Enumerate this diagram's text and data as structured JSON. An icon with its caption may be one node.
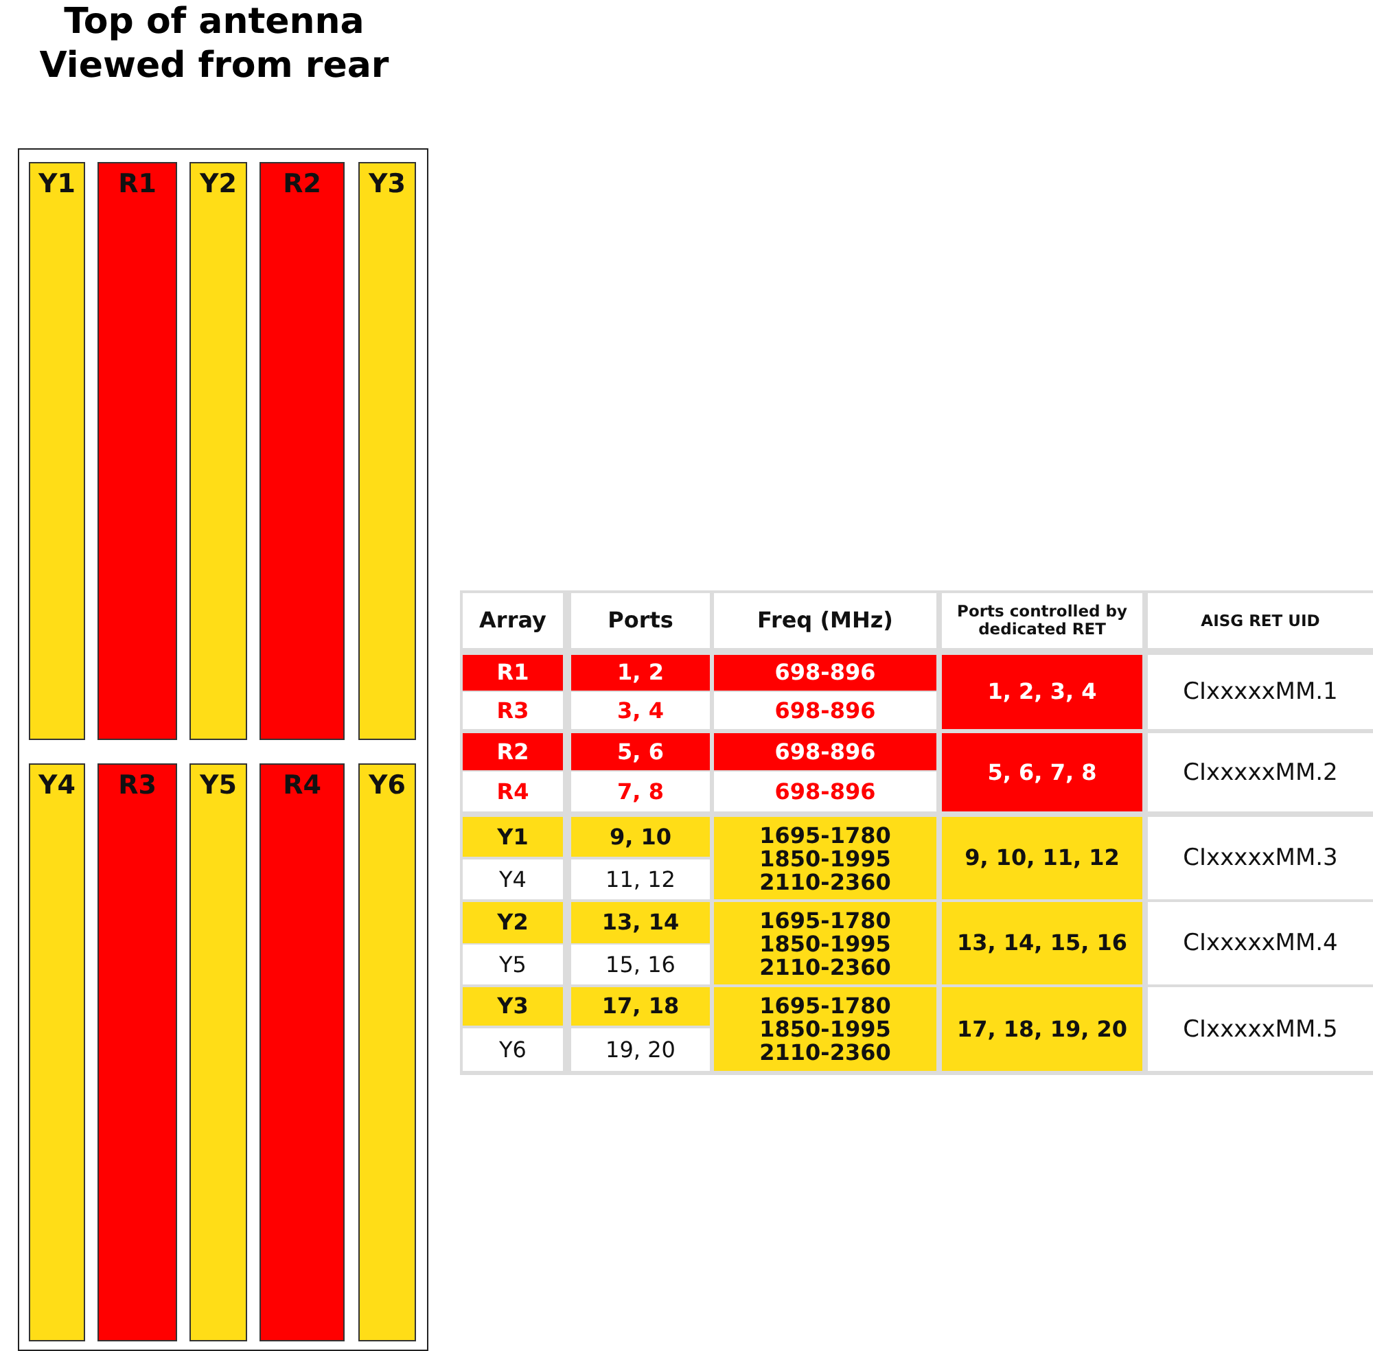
{
  "diagram": {
    "title": "Top of antenna Viewed from rear",
    "nodes": [
      {
        "text": [],
        "shape": "box"
      },
      {
        "text": [
          "Y1"
        ],
        "in": 0
      },
      {
        "text": [
          "R1"
        ],
        "in": 0
      },
      {
        "text": [
          "Y2"
        ],
        "in": 0
      },
      {
        "text": [
          "R2"
        ],
        "in": 0
      },
      {
        "text": [
          "Y3"
        ],
        "in": 0
      },
      {
        "text": [
          "Y4"
        ],
        "in": 0
      },
      {
        "text": [
          "R3"
        ],
        "in": 0
      },
      {
        "text": [
          "Y5"
        ],
        "in": 0
      },
      {
        "text": [
          "R4"
        ],
        "in": 0
      },
      {
        "text": [
          "Y6"
        ],
        "in": 0
      }
    ],
    "labels": [
      "Array",
      "Ports",
      "Freq (MHz)",
      "Ports controlled by dedicated RET",
      "AISG RET UID",
      "R1",
      "1, 2",
      "698-896",
      "1, 2, 3, 4",
      "CIxxxxxMM.1",
      "R3",
      "3, 4",
      "698-896",
      "R2",
      "5, 6",
      "698-896",
      "5, 6, 7, 8",
      "CIxxxxxMM.2",
      "R4",
      "7, 8",
      "698-896",
      "Y1",
      "9, 10",
      "1695-1780",
      "1850-1995",
      "2110-2360",
      "9, 10, 11, 12",
      "CIxxxxxMM.3",
      "Y4",
      "11, 12",
      "Y2",
      "13, 14",
      "1695-1780",
      "1850-1995",
      "2110-2360",
      "13, 14, 15, 16",
      "CIxxxxxMM.4",
      "Y5",
      "15, 16",
      "Y3",
      "17, 18",
      "1695-1780",
      "1850-1995",
      "2110-2360",
      "17, 18, 19, 20",
      "CIxxxxxMM.5",
      "Y6",
      "19, 20"
    ]
  }
}
